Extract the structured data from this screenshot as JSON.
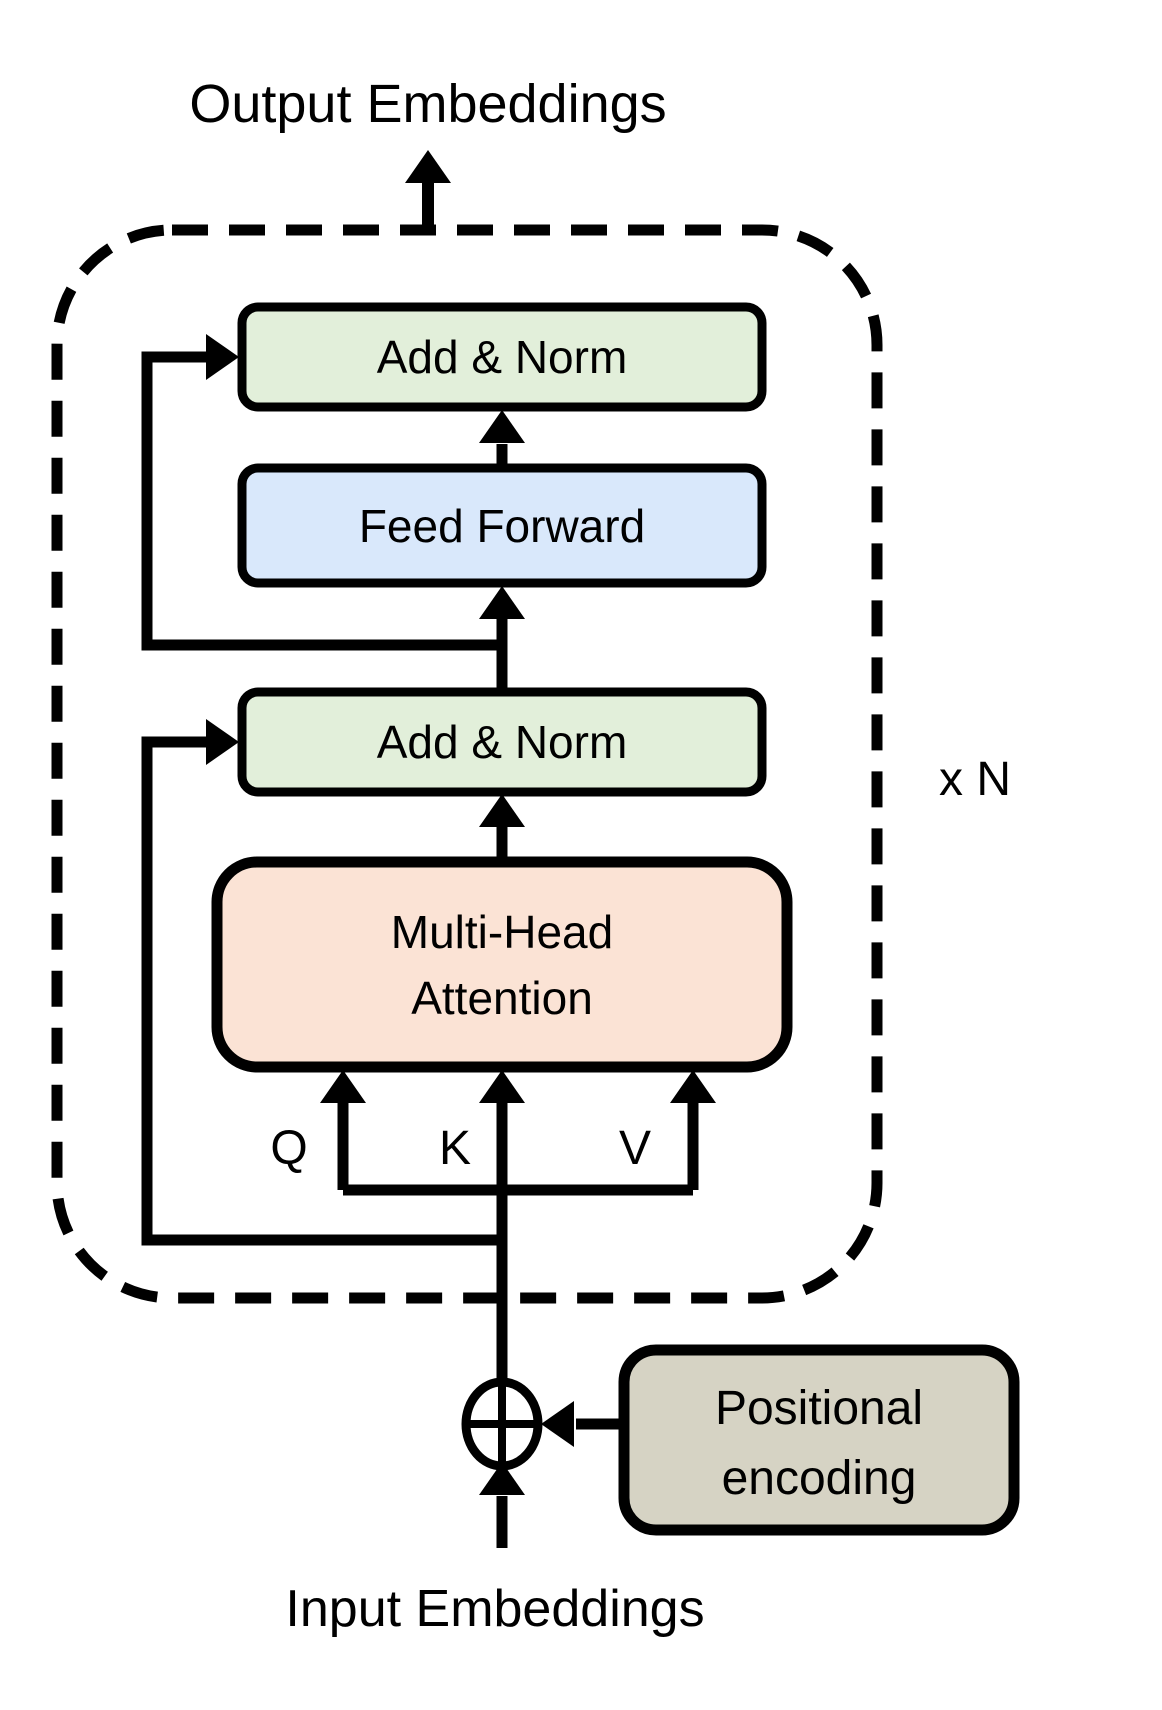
{
  "diagram": {
    "output_label": "Output Embeddings",
    "input_label": "Input Embeddings",
    "repeat_label": "x N",
    "encoder": {
      "add_norm_top": "Add & Norm",
      "feed_forward": "Feed Forward",
      "add_norm_bottom": "Add & Norm",
      "attention_line1": "Multi-Head",
      "attention_line2": "Attention",
      "q_label": "Q",
      "k_label": "K",
      "v_label": "V"
    },
    "positional_encoding": {
      "line1": "Positional",
      "line2": "encoding"
    },
    "colors": {
      "add_norm_fill": "#e2efda",
      "feed_forward_fill": "#d9e8fb",
      "attention_fill": "#fbe3d5",
      "positional_fill": "#d6d3c4",
      "line": "#000000",
      "background": "#ffffff"
    }
  }
}
